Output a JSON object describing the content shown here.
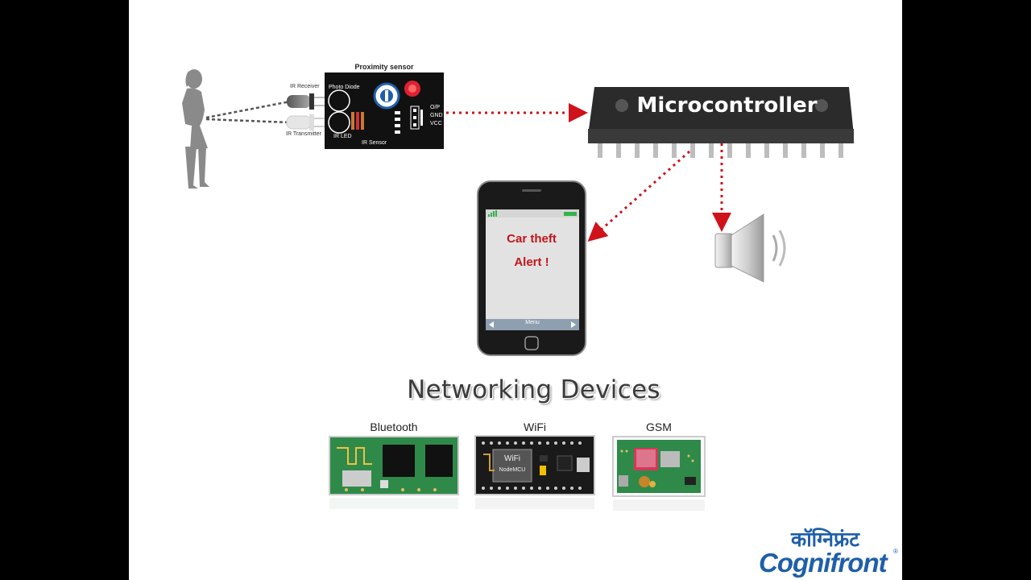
{
  "sensor": {
    "title": "Proximity sensor",
    "ir_receiver": "IR Receiver",
    "ir_transmitter": "IR Transmitter",
    "photo_diode": "Photo Diode",
    "ir_led": "IR LED",
    "ir_sensor": "IR Sensor",
    "pin_op": "O/P",
    "pin_gnd": "GND",
    "pin_vcc": "VCC"
  },
  "microcontroller": {
    "label": "Microcontroller"
  },
  "phone": {
    "alert_line1": "Car theft",
    "alert_line2": "Alert !",
    "softkey": "Menu"
  },
  "networking": {
    "title": "Networking Devices",
    "devices": [
      {
        "label": "Bluetooth"
      },
      {
        "label": "WiFi",
        "board_text_1": "WiFi",
        "board_text_2": "NodeMCU"
      },
      {
        "label": "GSM"
      }
    ]
  },
  "logo": {
    "devanagari": "कॉग्निफ्रंट",
    "english": "Cognifront",
    "reg": "®"
  },
  "colors": {
    "arrow": "#d0121b",
    "chip": "#2b2b2b",
    "pcb_green": "#2f8a4a",
    "logo_blue": "#1f5fa8"
  }
}
